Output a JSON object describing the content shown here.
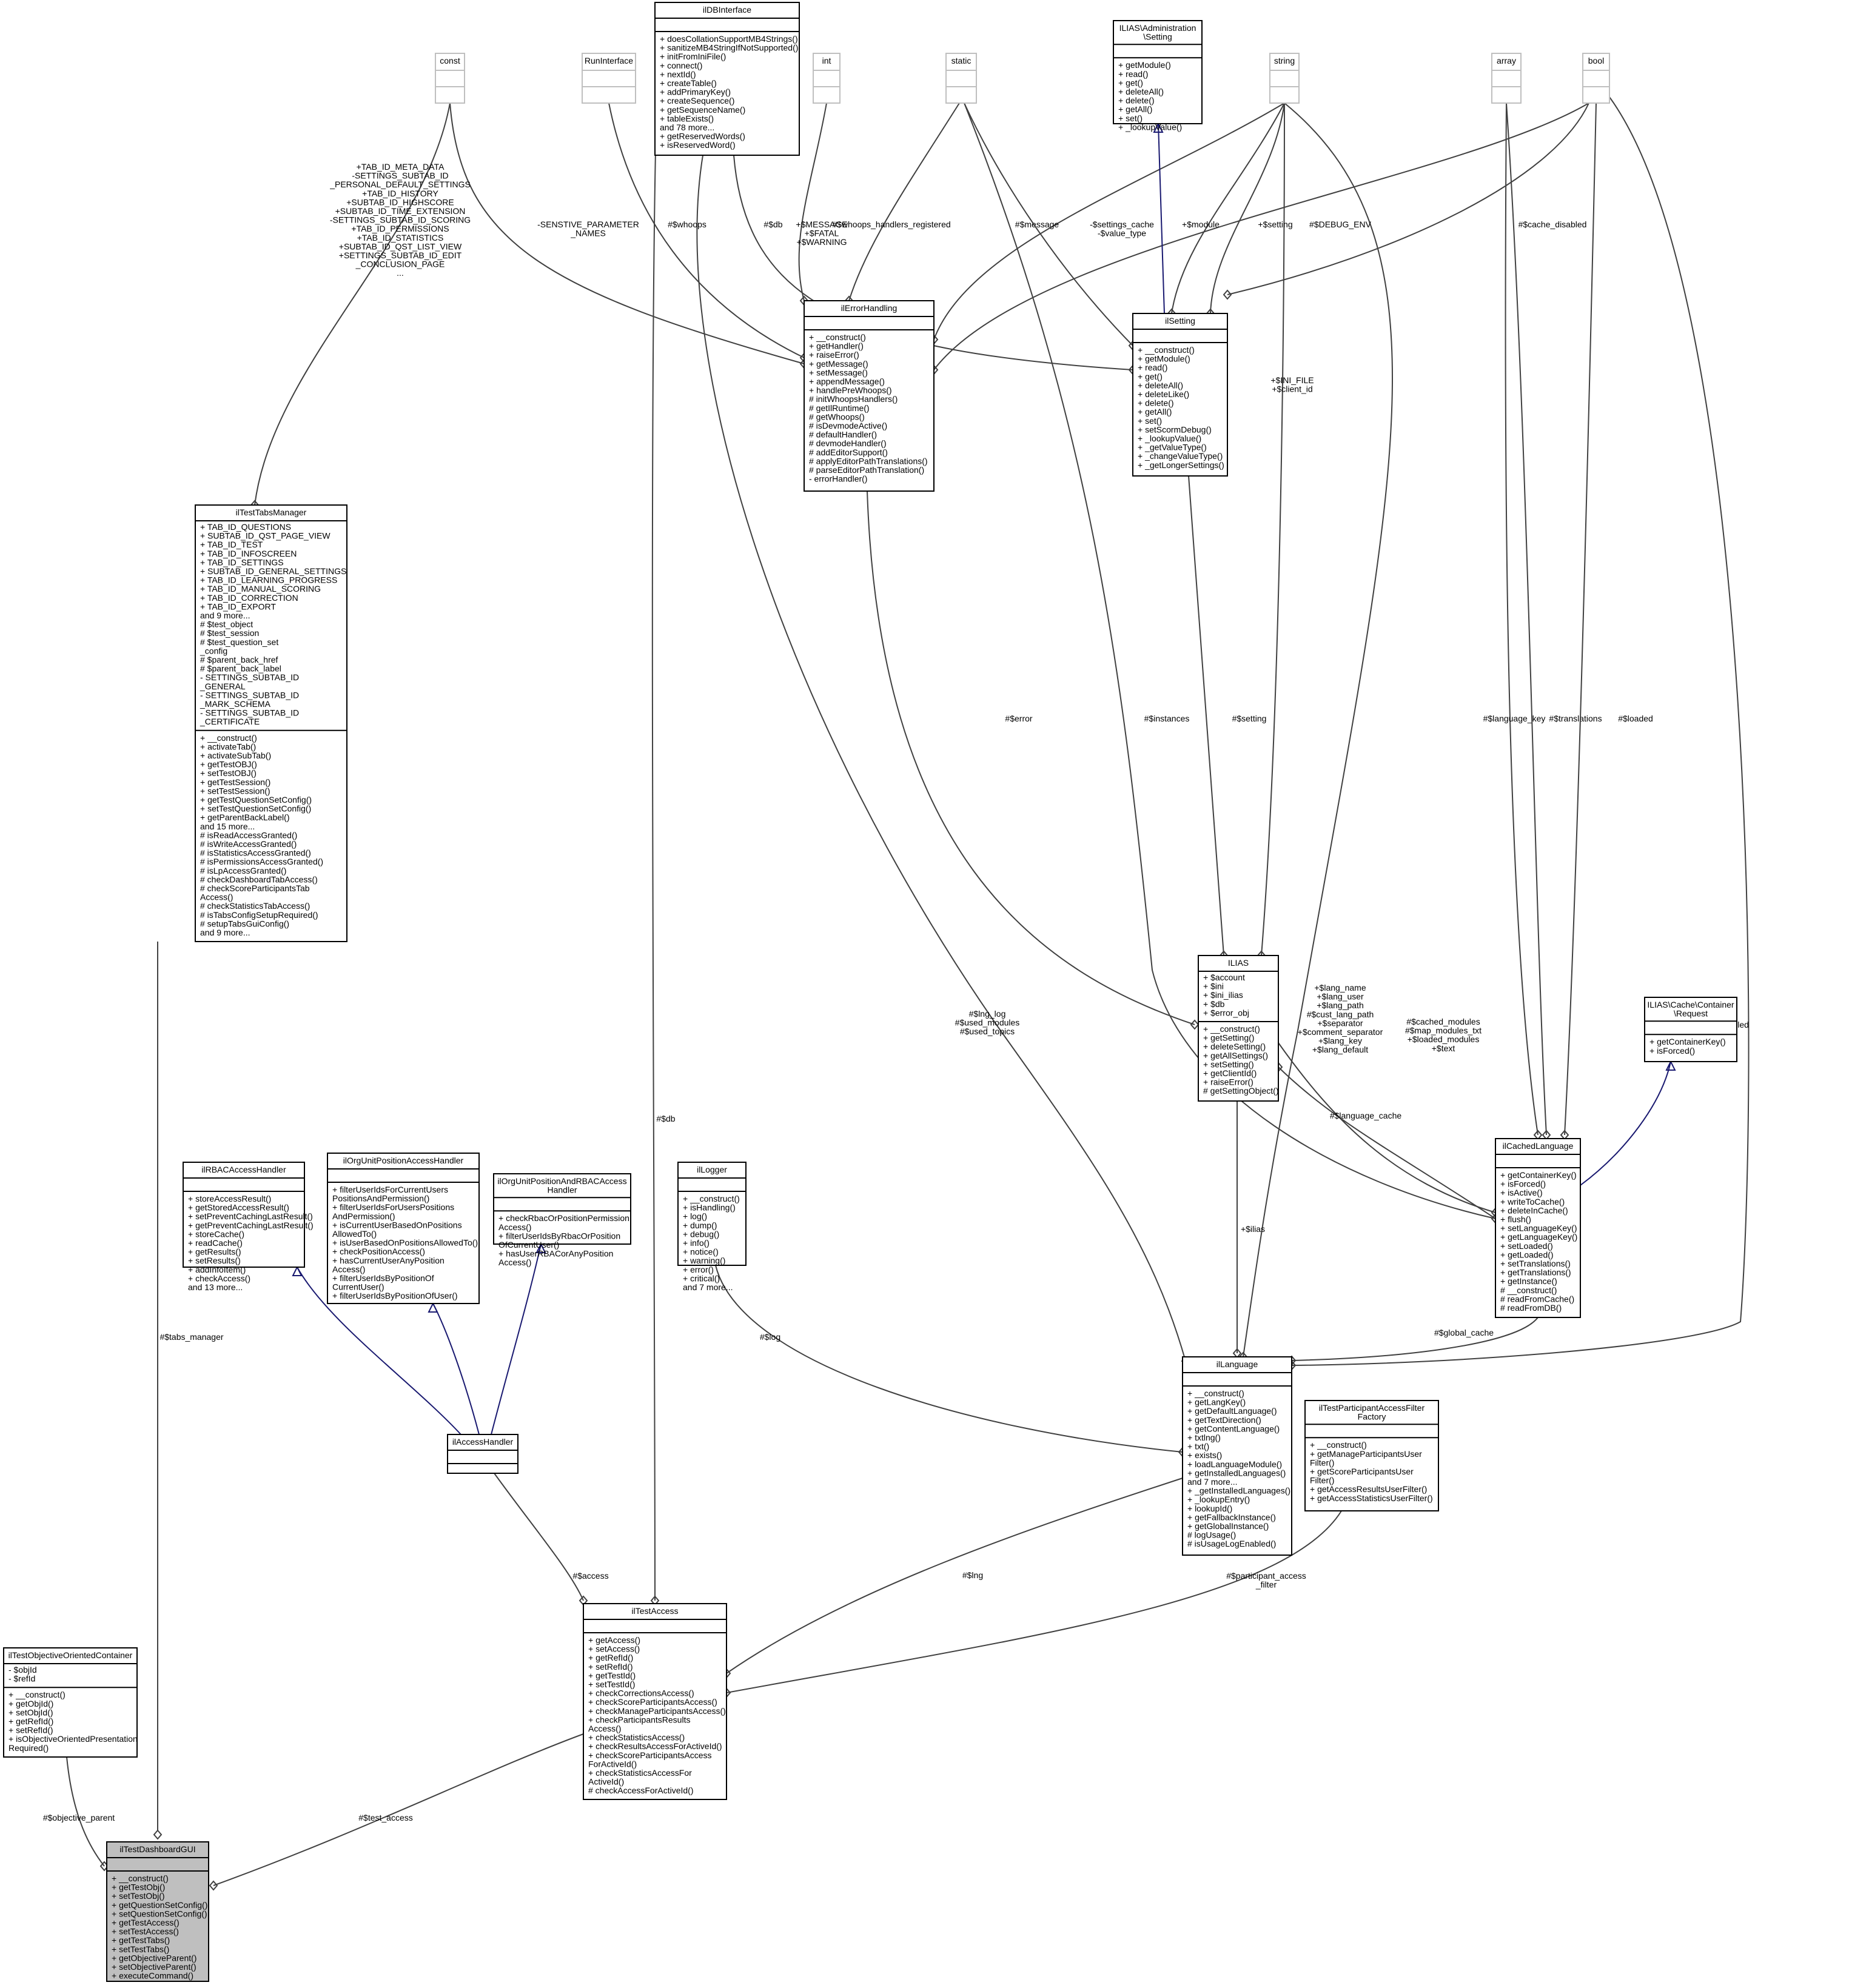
{
  "diagram": {
    "classes": [
      {
        "id": "dashboard",
        "name": "ilTestDashboardGUI",
        "attributes": [],
        "methods": [
          "+ __construct()",
          "+ getTestObj()",
          "+ setTestObj()",
          "+ getQuestionSetConfig()",
          "+ setQuestionSetConfig()",
          "+ getTestAccess()",
          "+ setTestAccess()",
          "+ getTestTabs()",
          "+ setTestTabs()",
          "+ getObjectiveParent()",
          "+ setObjectiveParent()",
          "+ executeCommand()"
        ]
      },
      {
        "id": "objcont",
        "name": "ilTestObjectiveOrientedContainer",
        "attributes": [
          "- $objId",
          "- $refId"
        ],
        "methods": [
          "+ __construct()",
          "+ getObjId()",
          "+ setObjId()",
          "+ getRefId()",
          "+ setRefId()",
          "+ isObjectiveOrientedPresentation",
          "Required()"
        ]
      },
      {
        "id": "testaccess",
        "name": "ilTestAccess",
        "attributes": [],
        "methods": [
          "+ getAccess()",
          "+ setAccess()",
          "+ getRefId()",
          "+ setRefId()",
          "+ getTestId()",
          "+ setTestId()",
          "+ checkCorrectionsAccess()",
          "+ checkScoreParticipantsAccess()",
          "+ checkManageParticipantsAccess()",
          "+ checkParticipantsResults",
          "Access()",
          "+ checkStatisticsAccess()",
          "+ checkResultsAccessForActiveId()",
          "+ checkScoreParticipantsAccess",
          "ForActiveId()",
          "+ checkStatisticsAccessFor",
          "ActiveId()",
          "# checkAccessForActiveId()"
        ]
      },
      {
        "id": "tabs",
        "name": "ilTestTabsManager",
        "attributes": [
          "+ TAB_ID_QUESTIONS",
          "+ SUBTAB_ID_QST_PAGE_VIEW",
          "+ TAB_ID_TEST",
          "+ TAB_ID_INFOSCREEN",
          "+ TAB_ID_SETTINGS",
          "+ SUBTAB_ID_GENERAL_SETTINGS",
          "+ TAB_ID_LEARNING_PROGRESS",
          "+ TAB_ID_MANUAL_SCORING",
          "+ TAB_ID_CORRECTION",
          "+ TAB_ID_EXPORT",
          "and 9 more...",
          "# $test_object",
          "# $test_session",
          "# $test_question_set",
          "_config",
          "# $parent_back_href",
          "# $parent_back_label",
          "- SETTINGS_SUBTAB_ID",
          "_GENERAL",
          "- SETTINGS_SUBTAB_ID",
          "_MARK_SCHEMA",
          "- SETTINGS_SUBTAB_ID",
          "_CERTIFICATE"
        ],
        "methods": [
          "+ __construct()",
          "+ activateTab()",
          "+ activateSubTab()",
          "+ getTestOBJ()",
          "+ setTestOBJ()",
          "+ getTestSession()",
          "+ setTestSession()",
          "+ getTestQuestionSetConfig()",
          "+ setTestQuestionSetConfig()",
          "+ getParentBackLabel()",
          "and 15 more...",
          "# isReadAccessGranted()",
          "# isWriteAccessGranted()",
          "# isStatisticsAccessGranted()",
          "# isPermissionsAccessGranted()",
          "# isLpAccessGranted()",
          "# checkDashboardTabAccess()",
          "# checkScoreParticipantsTab",
          "Access()",
          "# checkStatisticsTabAccess()",
          "# isTabsConfigSetupRequired()",
          "# setupTabsGuiConfig()",
          "and 9 more..."
        ]
      },
      {
        "id": "rbac",
        "name": "ilRBACAccessHandler",
        "attributes": [],
        "methods": [
          "+ storeAccessResult()",
          "+ getStoredAccessResult()",
          "+ setPreventCachingLastResult()",
          "+ getPreventCachingLastResult()",
          "+ storeCache()",
          "+ readCache()",
          "+ getResults()",
          "+ setResults()",
          "+ addInfoItem()",
          "+ checkAccess()",
          "and 13 more..."
        ]
      },
      {
        "id": "orgunit",
        "name": "ilOrgUnitPositionAccessHandler",
        "attributes": [],
        "methods": [
          "+ filterUserIdsForCurrentUsers",
          "PositionsAndPermission()",
          "+ filterUserIdsForUsersPositions",
          "AndPermission()",
          "+ isCurrentUserBasedOnPositions",
          "AllowedTo()",
          "+ isUserBasedOnPositionsAllowedTo()",
          "+ checkPositionAccess()",
          "+ hasCurrentUserAnyPosition",
          "Access()",
          "+ filterUserIdsByPositionOf",
          "CurrentUser()",
          "+ filterUserIdsByPositionOfUser()"
        ]
      },
      {
        "id": "orgrbac",
        "name": "ilOrgUnitPositionAndRBACAccess\nHandler",
        "attributes": [],
        "methods": [
          "+ checkRbacOrPositionPermission",
          "Access()",
          "+ filterUserIdsByRbacOrPosition",
          "OfCurrentUser()",
          "+ hasUserRBACorAnyPosition",
          "Access()"
        ]
      },
      {
        "id": "accesshandler",
        "name": "ilAccessHandler",
        "attributes": [],
        "methods": []
      },
      {
        "id": "logger",
        "name": "ilLogger",
        "attributes": [],
        "methods": [
          "+ __construct()",
          "+ isHandling()",
          "+ log()",
          "+ dump()",
          "+ debug()",
          "+ info()",
          "+ notice()",
          "+ warning()",
          "+ error()",
          "+ critical()",
          "and 7 more..."
        ]
      },
      {
        "id": "language",
        "name": "ilLanguage",
        "attributes": [],
        "methods": [
          "+ __construct()",
          "+ getLangKey()",
          "+ getDefaultLanguage()",
          "+ getTextDirection()",
          "+ getContentLanguage()",
          "+ txtlng()",
          "+ txt()",
          "+ exists()",
          "+ loadLanguageModule()",
          "+ getInstalledLanguages()",
          "and 7 more...",
          "+ _getInstalledLanguages()",
          "+ _lookupEntry()",
          "+ lookupId()",
          "+ getFallbackInstance()",
          "+ getGlobalInstance()",
          "# logUsage()",
          "# isUsageLogEnabled()"
        ]
      },
      {
        "id": "filterfactory",
        "name": "ilTestParticipantAccessFilter\nFactory",
        "attributes": [],
        "methods": [
          "+ __construct()",
          "+ getManageParticipantsUser",
          "Filter()",
          "+ getScoreParticipantsUser",
          "Filter()",
          "+ getAccessResultsUserFilter()",
          "+ getAccessStatisticsUserFilter()"
        ]
      },
      {
        "id": "cachedlang",
        "name": "ilCachedLanguage",
        "attributes": [],
        "methods": [
          "+ getContainerKey()",
          "+ isForced()",
          "+ isActive()",
          "+ writeToCache()",
          "+ deleteInCache()",
          "+ flush()",
          "+ setLanguageKey()",
          "+ getLanguageKey()",
          "+ setLoaded()",
          "+ getLoaded()",
          "+ setTranslations()",
          "+ getTranslations()",
          "+ getInstance()",
          "# __construct()",
          "# readFromCache()",
          "# readFromDB()"
        ]
      },
      {
        "id": "cacherequest",
        "name": "ILIAS\\Cache\\Container\n\\Request",
        "attributes": [],
        "methods": [
          "+ getContainerKey()",
          "+ isForced()"
        ]
      },
      {
        "id": "ilias",
        "name": "ILIAS",
        "attributes": [
          "+ $account",
          "+ $ini",
          "+ $ini_ilias",
          "+ $db",
          "+ $error_obj"
        ],
        "methods": [
          "+ __construct()",
          "+ getSetting()",
          "+ deleteSetting()",
          "+ getAllSettings()",
          "+ setSetting()",
          "+ getClientId()",
          "+ raiseError()",
          "# getSettingObject()"
        ]
      },
      {
        "id": "errorhandling",
        "name": "ilErrorHandling",
        "attributes": [],
        "methods": [
          "+ __construct()",
          "+ getHandler()",
          "+ raiseError()",
          "+ getMessage()",
          "+ setMessage()",
          "+ appendMessage()",
          "+ handlePreWhoops()",
          "# initWhoopsHandlers()",
          "# getIlRuntime()",
          "# getWhoops()",
          "# isDevmodeActive()",
          "# defaultHandler()",
          "# devmodeHandler()",
          "# addEditorSupport()",
          "# applyEditorPathTranslations()",
          "# parseEditorPathTranslation()",
          "- errorHandler()"
        ]
      },
      {
        "id": "setting",
        "name": "ilSetting",
        "attributes": [],
        "methods": [
          "+ __construct()",
          "+ getModule()",
          "+ read()",
          "+ get()",
          "+ deleteAll()",
          "+ deleteLike()",
          "+ delete()",
          "+ getAll()",
          "+ set()",
          "+ setScormDebug()",
          "+ _lookupValue()",
          "+ _getValueType()",
          "+ _changeValueType()",
          "+ _getLongerSettings()"
        ]
      },
      {
        "id": "adminsetting",
        "name": "ILIAS\\Administration\n\\Setting",
        "attributes": [],
        "methods": [
          "+ getModule()",
          "+ read()",
          "+ get()",
          "+ deleteAll()",
          "+ delete()",
          "+ getAll()",
          "+ set()",
          "+ _lookupValue()"
        ]
      },
      {
        "id": "dbinterface",
        "name": "ilDBInterface",
        "attributes": [],
        "methods": [
          "+ doesCollationSupportMB4Strings()",
          "+ sanitizeMB4StringIfNotSupported()",
          "+ initFromIniFile()",
          "+ connect()",
          "+ nextId()",
          "+ createTable()",
          "+ addPrimaryKey()",
          "+ createSequence()",
          "+ getSequenceName()",
          "+ tableExists()",
          "and 78 more...",
          "+ getReservedWords()",
          "+ isReservedWord()"
        ]
      },
      {
        "id": "const",
        "name": "const",
        "attributes": [],
        "methods": []
      },
      {
        "id": "runinterface",
        "name": "RunInterface",
        "attributes": [],
        "methods": []
      },
      {
        "id": "int",
        "name": "int",
        "attributes": [],
        "methods": []
      },
      {
        "id": "static",
        "name": "static",
        "attributes": [],
        "methods": []
      },
      {
        "id": "string",
        "name": "string",
        "attributes": [],
        "methods": []
      },
      {
        "id": "array",
        "name": "array",
        "attributes": [],
        "methods": []
      },
      {
        "id": "bool",
        "name": "bool",
        "attributes": [],
        "methods": []
      }
    ],
    "edges": [
      {
        "id": "e1",
        "label": "#$objective_parent"
      },
      {
        "id": "e2",
        "label": "#$tabs_manager"
      },
      {
        "id": "e3",
        "label": "#$test_access"
      },
      {
        "id": "e4",
        "label": "#$access"
      },
      {
        "id": "e5",
        "label": "#$db"
      },
      {
        "id": "e6",
        "label": "#$lng"
      },
      {
        "id": "e7",
        "label": "#$participant_access\n_filter"
      },
      {
        "id": "e8",
        "label": "#$log"
      },
      {
        "id": "e9",
        "label": "#$lng_log\n#$used_modules\n#$used_topics"
      },
      {
        "id": "e10",
        "label": "#$cached_modules\n#$map_modules_txt\n+$loaded_modules\n+$text"
      },
      {
        "id": "e11",
        "label": "+$ilias"
      },
      {
        "id": "e12",
        "label": "#$global_cache"
      },
      {
        "id": "e13",
        "label": "#$usage_log_enabled"
      },
      {
        "id": "e14",
        "label": "+$lang_name\n+$lang_user\n+$lang_path\n#$cust_lang_path\n+$separator\n+$comment_separator\n+$lang_key\n+$lang_default"
      },
      {
        "id": "e15",
        "label": "#$error"
      },
      {
        "id": "e16",
        "label": "#$setting"
      },
      {
        "id": "e17",
        "label": "+$INI_FILE\n+$client_id"
      },
      {
        "id": "e18",
        "label": "#$language_cache"
      },
      {
        "id": "e19",
        "label": "#$instances"
      },
      {
        "id": "e20",
        "label": "#$language_key"
      },
      {
        "id": "e21",
        "label": "#$translations"
      },
      {
        "id": "e22",
        "label": "#$loaded"
      },
      {
        "id": "e23",
        "label": "#$cache_disabled"
      },
      {
        "id": "e24",
        "label": "-SENSTIVE_PARAMETER\n_NAMES"
      },
      {
        "id": "e25",
        "label": "#$whoops"
      },
      {
        "id": "e26",
        "label": "#$db"
      },
      {
        "id": "e27",
        "label": "+$MESSAGE\n+$FATAL\n+$WARNING"
      },
      {
        "id": "e28",
        "label": "#$whoops_handlers_registered"
      },
      {
        "id": "e29",
        "label": "#$message"
      },
      {
        "id": "e30",
        "label": "-$settings_cache\n-$value_type"
      },
      {
        "id": "e31",
        "label": "+$module"
      },
      {
        "id": "e32",
        "label": "+$setting"
      },
      {
        "id": "e33",
        "label": "#$DEBUG_ENV"
      },
      {
        "id": "e34",
        "label": "+TAB_ID_META_DATA\n-SETTINGS_SUBTAB_ID\n_PERSONAL_DEFAULT_SETTINGS\n+TAB_ID_HISTORY\n+SUBTAB_ID_HIGHSCORE\n+SUBTAB_ID_TIME_EXTENSION\n-SETTINGS_SUBTAB_ID_SCORING\n+TAB_ID_PERMISSIONS\n+TAB_ID_STATISTICS\n+SUBTAB_ID_QST_LIST_VIEW\n+SETTINGS_SUBTAB_ID_EDIT\n_CONCLUSION_PAGE\n..."
      }
    ]
  }
}
